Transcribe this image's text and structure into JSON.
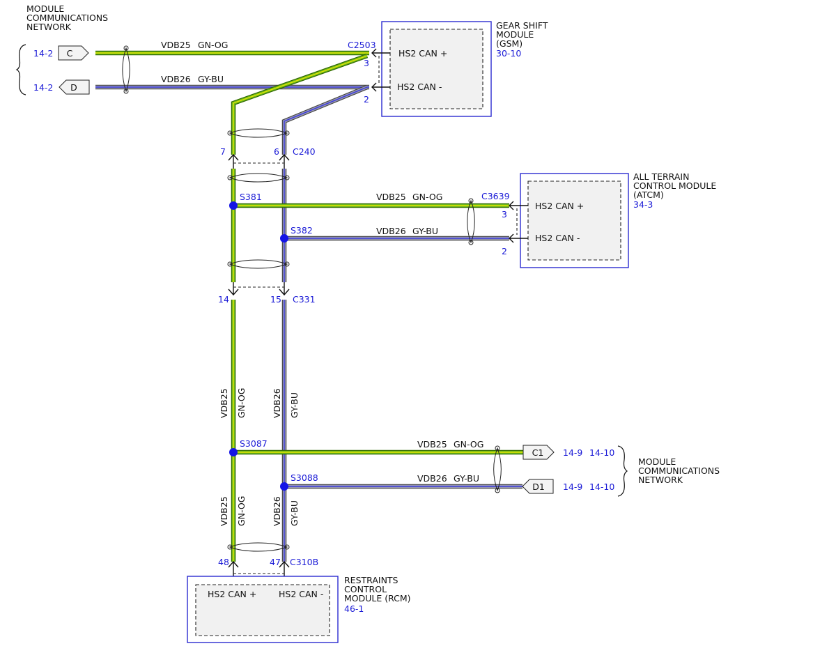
{
  "colors": {
    "gn_og_outer": "#2f6400",
    "gn_og_mid": "#6ab81c",
    "gn_og_stripe": "#e6e600",
    "gy_bu_outer": "#454545",
    "gy_bu_mid": "#9a9ab4",
    "gy_bu_stripe": "#3a3adc",
    "splice": "#1414e6",
    "module_border": "#2a2ad0",
    "ref_text": "#1a1ad6"
  },
  "networks": {
    "top": {
      "line1": "MODULE",
      "line2": "COMMUNICATIONS",
      "line3": "NETWORK"
    },
    "bottom": {
      "line1": "MODULE",
      "line2": "COMMUNICATIONS",
      "line3": "NETWORK"
    }
  },
  "flags": {
    "c": {
      "ref": "14-2",
      "label": "C"
    },
    "d": {
      "ref": "14-2",
      "label": "D"
    },
    "c1": {
      "label": "C1",
      "ref1": "14-9",
      "ref2": "14-10"
    },
    "d1": {
      "label": "D1",
      "ref1": "14-9",
      "ref2": "14-10"
    }
  },
  "wires": {
    "can_high": {
      "circuit": "VDB25",
      "color": "GN-OG"
    },
    "can_low": {
      "circuit": "VDB26",
      "color": "GY-BU"
    }
  },
  "gsm": {
    "name1": "GEAR SHIFT",
    "name2": "MODULE",
    "name3": "(GSM)",
    "ref": "30-10",
    "connector": "C2503",
    "pin_plus": "3",
    "pin_minus": "2",
    "label_plus": "HS2 CAN +",
    "label_minus": "HS2 CAN -"
  },
  "atcm": {
    "name1": "ALL TERRAIN",
    "name2": "CONTROL MODULE",
    "name3": "(ATCM)",
    "ref": "34-3",
    "connector": "C3639",
    "pin_plus": "3",
    "pin_minus": "2",
    "label_plus": "HS2 CAN +",
    "label_minus": "HS2 CAN -"
  },
  "rcm": {
    "name1": "RESTRAINTS",
    "name2": "CONTROL",
    "name3": "MODULE (RCM)",
    "ref": "46-1",
    "connector": "C310B",
    "pin_plus": "48",
    "pin_minus": "47",
    "label_plus": "HS2 CAN +",
    "label_minus": "HS2 CAN -"
  },
  "inline_connectors": {
    "c240": {
      "name": "C240",
      "pin_high": "7",
      "pin_low": "6"
    },
    "c331": {
      "name": "C331",
      "pin_high": "14",
      "pin_low": "15"
    }
  },
  "splices": {
    "s381": "S381",
    "s382": "S382",
    "s3087": "S3087",
    "s3088": "S3088"
  }
}
